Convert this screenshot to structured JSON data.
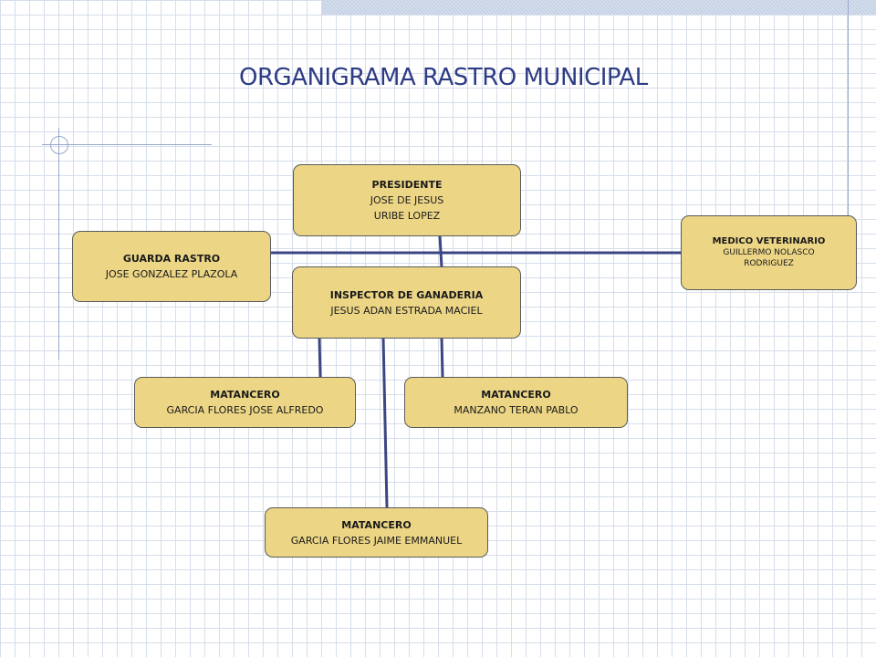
{
  "title": "ORGANIGRAMA RASTRO MUNICIPAL",
  "colors": {
    "box_fill": "#ecd686",
    "connector": "#3b4683",
    "title": "#2e3c86"
  },
  "nodes": {
    "presidente": {
      "title": "PRESIDENTE",
      "line1": "JOSE DE JESUS",
      "line2": "URIBE LOPEZ"
    },
    "guarda": {
      "title": "GUARDA RASTRO",
      "line1": "JOSE GONZALEZ PLAZOLA"
    },
    "medico": {
      "title": "MEDICO VETERINARIO",
      "line1": "GUILLERMO NOLASCO",
      "line2": "RODRIGUEZ"
    },
    "inspector": {
      "title": "INSPECTOR DE GANADERIA",
      "line1": "JESUS ADAN ESTRADA MACIEL"
    },
    "matancero1": {
      "title": "MATANCERO",
      "line1": "GARCIA FLORES JOSE ALFREDO"
    },
    "matancero2": {
      "title": "MATANCERO",
      "line1": "MANZANO TERAN PABLO"
    },
    "matancero3": {
      "title": "MATANCERO",
      "line1": "GARCIA FLORES JAIME EMMANUEL"
    }
  }
}
